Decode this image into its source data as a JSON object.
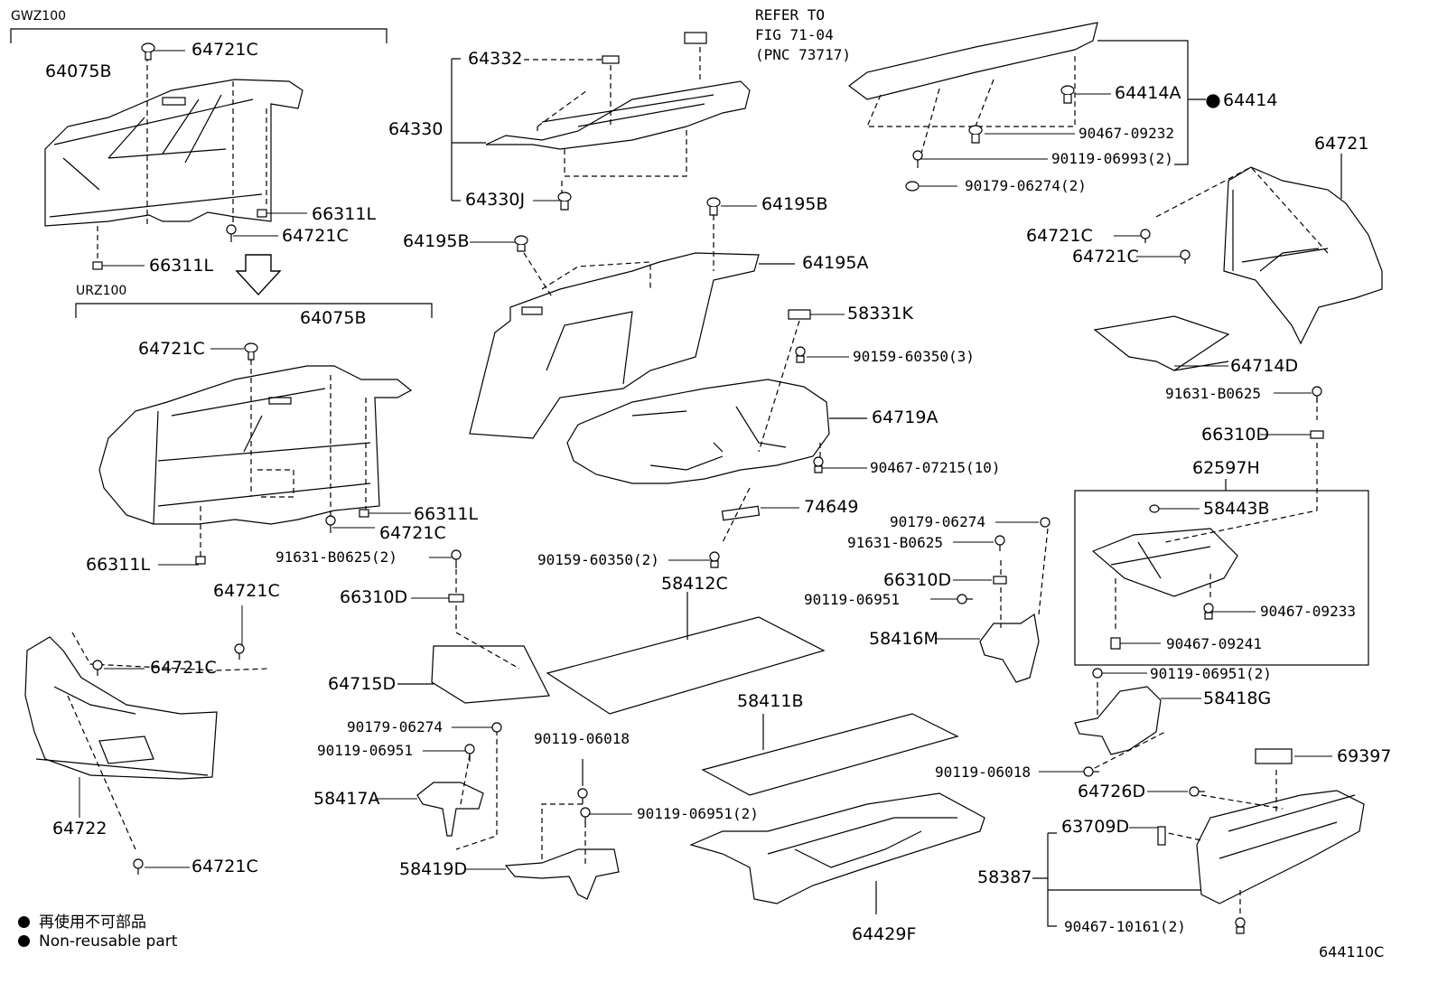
{
  "sections": {
    "gwz": "GWZ100",
    "urz": "URZ100"
  },
  "refer": [
    "REFER TO",
    "FIG 71-04",
    "(PNC 73717)"
  ],
  "labels": {
    "p64721C_a": "64721C",
    "p64075B_a": "64075B",
    "p66311L_a": "66311L",
    "p64721C_b": "64721C",
    "p66311L_b": "66311L",
    "p64075B_b": "64075B",
    "p64721C_c": "64721C",
    "p66311L_c": "66311L",
    "p64721C_d": "64721C",
    "p66311L_d": "66311L",
    "p64721C_e": "64721C",
    "p64721C_f": "64721C",
    "p64722": "64722",
    "p64721C_g": "64721C",
    "p64332": "64332",
    "p64330": "64330",
    "p64330J": "64330J",
    "p64195B_a": "64195B",
    "p64195B_b": "64195B",
    "p64195A": "64195A",
    "p58331K": "58331K",
    "p90159_3": "90159-60350(3)",
    "p64719A": "64719A",
    "p90467_07215": "90467-07215(10)",
    "p74649": "74649",
    "p90159_2": "90159-60350(2)",
    "p58412C": "58412C",
    "p58411B": "58411B",
    "p64429F": "64429F",
    "p91631_2": "91631-B0625(2)",
    "p66310D_a": "66310D",
    "p64715D": "64715D",
    "p90179_a": "90179-06274",
    "p90119_06951_a": "90119-06951",
    "p58417A": "58417A",
    "p90119_06018_a": "90119-06018",
    "p90119_06951_2a": "90119-06951(2)",
    "p58419D": "58419D",
    "p64414A": "64414A",
    "p64414": "64414",
    "p90467_09232": "90467-09232",
    "p90119_06993": "90119-06993(2)",
    "p90179_2": "90179-06274(2)",
    "p64721": "64721",
    "p64721C_h": "64721C",
    "p64721C_i": "64721C",
    "p64714D": "64714D",
    "p91631_b": "91631-B0625",
    "p66310D_b": "66310D",
    "p62597H": "62597H",
    "p58443B": "58443B",
    "p90467_09233": "90467-09233",
    "p90467_09241": "90467-09241",
    "p90179_b": "90179-06274",
    "p91631_c": "91631-B0625",
    "p66310D_c": "66310D",
    "p90119_06951_b": "90119-06951",
    "p58416M": "58416M",
    "p90119_06951_2b": "90119-06951(2)",
    "p58418G": "58418G",
    "p90119_06018_b": "90119-06018",
    "p69397": "69397",
    "p64726D": "64726D",
    "p63709D": "63709D",
    "p58387": "58387",
    "p90467_10161": "90467-10161(2)"
  },
  "legend": {
    "jp": "再使用不可部品",
    "en": "Non-reusable part"
  },
  "figure_id": "644110C"
}
